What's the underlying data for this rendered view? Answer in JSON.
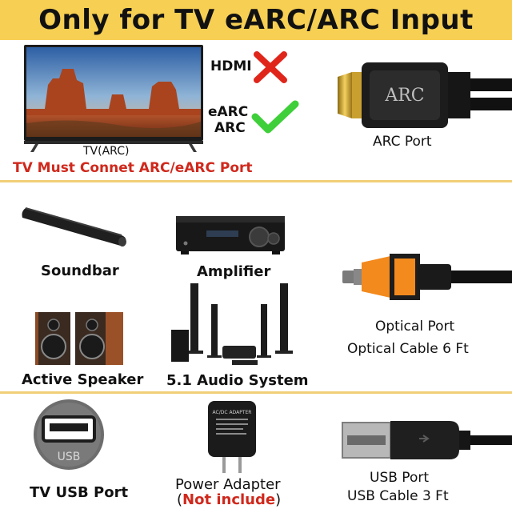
{
  "header": {
    "title": "Only for TV eARC/ARC Input"
  },
  "top": {
    "tv_label": "TV(ARC)",
    "tv_warning": "TV Must Connet ARC/eARC Port",
    "hdmi_label": "HDMI",
    "earc_label": "eARC",
    "arc_label": "ARC",
    "connector_text": "ARC",
    "arc_port_label": "ARC Port"
  },
  "middle": {
    "soundbar_label": "Soundbar",
    "amplifier_label": "Amplifier",
    "active_speaker_label": "Active Speaker",
    "audio_system_label": "5.1 Audio System",
    "optical_port_label": "Optical Port",
    "optical_cable_label": "Optical Cable 6 Ft"
  },
  "bottom": {
    "usb_badge_text": "USB",
    "tv_usb_label": "TV USB  Port",
    "adapter_label": "Power Adapter",
    "adapter_paren_open": "(",
    "adapter_not_included": "Not include",
    "adapter_paren_close": ")",
    "adapter_print_title": "AC/DC ADAPTER",
    "usb_port_label": "USB Port",
    "usb_cable_label": "USB Cable 3 Ft"
  },
  "colors": {
    "banner": "#f6cf53",
    "divider": "#f1cf78",
    "warning_red": "#d0281c",
    "cross_red": "#e0261b",
    "check_green": "#3fcf3a",
    "optical_orange": "#f28a1e"
  },
  "icons": {
    "hdmi_status": "cross-icon",
    "arc_status": "check-icon"
  }
}
